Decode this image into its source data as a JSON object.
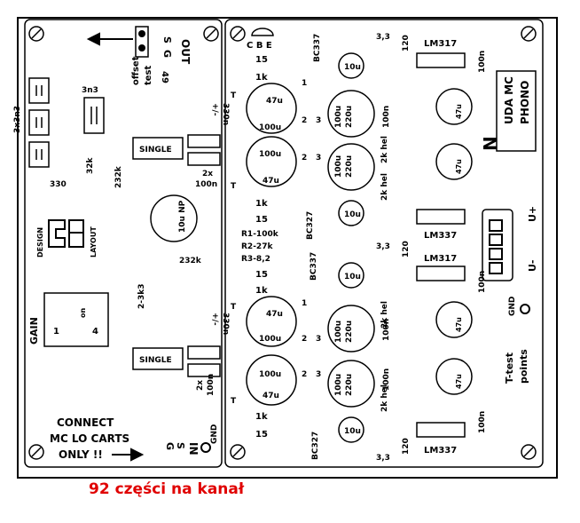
{
  "colors": {
    "ink": "#000000",
    "paper": "#ffffff",
    "caption": "#e00000"
  },
  "caption": "92 części na kanał",
  "left_section": {
    "out_label": "OUT",
    "s_label": "S",
    "g_label": "G",
    "offset_label": "offset",
    "test_label": "test",
    "r49": "49",
    "c3n3": "3n3",
    "c3x3n3": "3x3n3",
    "r330_top": "330",
    "r32k": "32k",
    "r232k_top": "232k",
    "single_top": "SINGLE",
    "c330n_top": "330n",
    "pm_top": "+/-",
    "c2x": "2x",
    "c100n": "100n",
    "design": "DESIGN",
    "layout": "LAYOUT",
    "np_cap": "10u NP",
    "r232k_mid": "232k",
    "gain": "GAIN",
    "on": "on",
    "pin1": "1",
    "pin4": "4",
    "r2_3k3": "2-3k3",
    "single_bot": "SINGLE",
    "c330n_bot": "330n",
    "pm_bot": "+/-",
    "c2x_bot": "2x",
    "c100n_bot": "100n",
    "connect": "CONNECT",
    "mc_lo": "MC LO CARTS",
    "only": "ONLY !!",
    "in_g": "G",
    "in_s": "S",
    "in_label": "IN",
    "gnd_in": "GND"
  },
  "right_section": {
    "cbe": "C B E",
    "r15": "15",
    "r1k": "1k",
    "t_label": "T",
    "c47u": "47u",
    "c100u": "100u",
    "bc337": "BC337",
    "bc327": "BC327",
    "n1": "1",
    "n2": "2",
    "n3": "3",
    "v3_3": "3,3",
    "r120": "120",
    "lm317": "LM317",
    "lm337": "LM337",
    "c10u": "10u",
    "c220u": "220u",
    "c100n": "100n",
    "r2k_hel": "2k hel",
    "r1": "R1-100k",
    "r2": "R2-27k",
    "r3": "R3-8,2",
    "title1": "UDA MC",
    "title2": "PHONO",
    "n_mark": "N",
    "u_plus": "U+",
    "u_minus": "U-",
    "gnd": "GND",
    "t_test": "T-test",
    "points": "points"
  }
}
